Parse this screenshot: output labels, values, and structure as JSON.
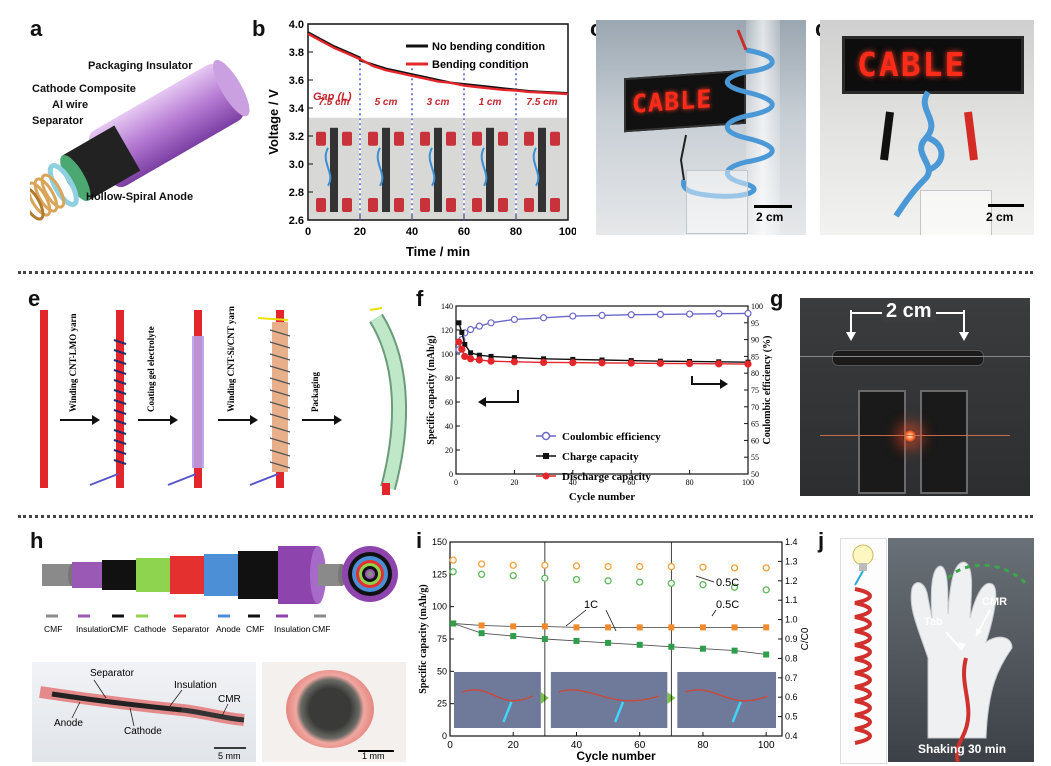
{
  "panels": {
    "a": "a",
    "b": "b",
    "c": "c",
    "d": "d",
    "e": "e",
    "f": "f",
    "g": "g",
    "h": "h",
    "i": "i",
    "j": "j"
  },
  "a": {
    "labels": [
      "Packaging Insulator",
      "Cathode Composite",
      "Al wire",
      "Separator",
      "Hollow-Spiral Anode"
    ]
  },
  "b": {
    "legend": [
      "No bending condition",
      "Bending condition"
    ],
    "gap_label": "Gap (L)",
    "gaps": [
      "7.5 cm",
      "5 cm",
      "3 cm",
      "1 cm",
      "7.5 cm"
    ],
    "colors": {
      "no_bend": "#111111",
      "bend": "#e3262b",
      "gap": "#c4262e"
    }
  },
  "c": {
    "sign": "CABLE",
    "scale": "2 cm"
  },
  "d": {
    "sign": "CABLE",
    "scale": "2 cm"
  },
  "e": {
    "steps": [
      "Winding CNT-LMO yarn",
      "Coating gel electrolyte",
      "Winding CNT-Si/CNT yarn",
      "Packaging"
    ]
  },
  "g": {
    "scale": "2 cm"
  },
  "h": {
    "legend": [
      "CMF",
      "Insulation",
      "CMF",
      "Cathode",
      "Separator",
      "Anode",
      "CMF",
      "Insulation",
      "CMF"
    ],
    "legend_colors": [
      "#8a8a8a",
      "#9b59b6",
      "#111111",
      "#8fd44f",
      "#e53030",
      "#4d8fd6",
      "#111111",
      "#8e44ad",
      "#8a8a8a"
    ],
    "photo_labels": [
      "Separator",
      "Insulation",
      "Anode",
      "Cathode",
      "CMR"
    ],
    "scale1": "5 mm",
    "scale2": "1 mm"
  },
  "j": {
    "labels": [
      "Tab",
      "CMR"
    ],
    "caption": "Shaking 30 min"
  },
  "chart_data": [
    {
      "panel": "b",
      "type": "line",
      "xlabel": "Time / min",
      "ylabel": "Voltage / V",
      "xlim": [
        0,
        100
      ],
      "ylim": [
        2.6,
        4.0
      ],
      "xticks": [
        0,
        20,
        40,
        60,
        80,
        100
      ],
      "yticks": [
        2.6,
        2.8,
        3.0,
        3.2,
        3.4,
        3.6,
        3.8,
        4.0
      ],
      "dividers": [
        20,
        40,
        60,
        80
      ],
      "series": [
        {
          "name": "No bending condition",
          "x": [
            0,
            5,
            10,
            15,
            19.9,
            20,
            25,
            30,
            35,
            40,
            45,
            50,
            55,
            60,
            65,
            70,
            75,
            80,
            85,
            90,
            95,
            100
          ],
          "y": [
            3.94,
            3.89,
            3.84,
            3.8,
            3.76,
            3.74,
            3.71,
            3.68,
            3.66,
            3.64,
            3.62,
            3.6,
            3.58,
            3.57,
            3.56,
            3.55,
            3.54,
            3.53,
            3.52,
            3.515,
            3.51,
            3.505
          ]
        },
        {
          "name": "Bending condition",
          "x": [
            0,
            5,
            10,
            15,
            19.9,
            20,
            25,
            30,
            35,
            40,
            45,
            50,
            55,
            60,
            65,
            70,
            75,
            80,
            85,
            90,
            95,
            100
          ],
          "y": [
            3.93,
            3.88,
            3.83,
            3.79,
            3.75,
            3.75,
            3.7,
            3.67,
            3.65,
            3.63,
            3.61,
            3.59,
            3.58,
            3.56,
            3.55,
            3.54,
            3.53,
            3.525,
            3.515,
            3.51,
            3.505,
            3.5
          ]
        }
      ]
    },
    {
      "panel": "f",
      "type": "scatter",
      "xlabel": "Cycle number",
      "ylabel": "Specific capacity (mAh/g)",
      "y2label": "Coulombic efficiency (%)",
      "xlim": [
        0,
        100
      ],
      "ylim": [
        0,
        140
      ],
      "y2lim": [
        50,
        100
      ],
      "xticks": [
        0,
        20,
        40,
        60,
        80,
        100
      ],
      "yticks": [
        0,
        20,
        40,
        60,
        80,
        100,
        120,
        140
      ],
      "y2ticks": [
        50,
        55,
        60,
        65,
        70,
        75,
        80,
        85,
        90,
        95,
        100
      ],
      "series": [
        {
          "name": "Coulombic efficiency",
          "axis": "right",
          "x": [
            1,
            2,
            3,
            5,
            8,
            12,
            20,
            30,
            40,
            50,
            60,
            70,
            80,
            90,
            100
          ],
          "y": [
            87,
            90,
            92,
            93,
            94,
            95,
            96,
            96.5,
            97,
            97.2,
            97.4,
            97.5,
            97.6,
            97.7,
            97.8
          ]
        },
        {
          "name": "Charge capacity",
          "axis": "left",
          "x": [
            1,
            2,
            3,
            5,
            8,
            12,
            20,
            30,
            40,
            50,
            60,
            70,
            80,
            90,
            100
          ],
          "y": [
            126,
            118,
            108,
            101,
            99,
            98,
            97,
            96,
            95.5,
            95,
            94.5,
            94,
            93.8,
            93.5,
            93.2
          ]
        },
        {
          "name": "Discharge capacity",
          "axis": "left",
          "x": [
            1,
            2,
            3,
            5,
            8,
            12,
            20,
            30,
            40,
            50,
            60,
            70,
            80,
            90,
            100
          ],
          "y": [
            110,
            104,
            98,
            96,
            95,
            94,
            93.5,
            93,
            92.8,
            92.6,
            92.4,
            92.2,
            92,
            91.8,
            91.6
          ]
        }
      ]
    },
    {
      "panel": "i",
      "type": "scatter",
      "xlabel": "Cycle number",
      "ylabel": "Specific capacity (mAh/g)",
      "y2label": "C/C0",
      "xlim": [
        0,
        105
      ],
      "ylim": [
        0,
        150
      ],
      "y2lim": [
        0.4,
        1.4
      ],
      "xticks": [
        0,
        20,
        40,
        60,
        80,
        100
      ],
      "yticks": [
        0,
        25,
        50,
        75,
        100,
        125,
        150
      ],
      "y2ticks": [
        0.4,
        0.5,
        0.6,
        0.7,
        0.8,
        0.9,
        1.0,
        1.1,
        1.2,
        1.3,
        1.4
      ],
      "dividers": [
        30,
        70
      ],
      "annotations": [
        "0.5C",
        "1C",
        "0.5C"
      ],
      "series": [
        {
          "name": "0.5C capacity",
          "axis": "left",
          "x": [
            1,
            10,
            20,
            30,
            40,
            50,
            60,
            70,
            80,
            90,
            100
          ],
          "y": [
            136,
            133,
            132,
            132,
            131.5,
            131,
            131,
            131,
            130.5,
            130,
            130
          ]
        },
        {
          "name": "1C capacity",
          "axis": "left",
          "x": [
            1,
            10,
            20,
            30,
            40,
            50,
            60,
            70,
            80,
            90,
            100
          ],
          "y": [
            127,
            125,
            124,
            122,
            121,
            120,
            119,
            118,
            117,
            115,
            113
          ]
        },
        {
          "name": "0.5C ratio",
          "axis": "right",
          "x": [
            1,
            10,
            20,
            30,
            40,
            50,
            60,
            70,
            80,
            90,
            100
          ],
          "y": [
            0.98,
            0.97,
            0.965,
            0.965,
            0.96,
            0.96,
            0.96,
            0.96,
            0.96,
            0.96,
            0.96
          ]
        },
        {
          "name": "1C ratio",
          "axis": "right",
          "x": [
            1,
            10,
            20,
            30,
            40,
            50,
            60,
            70,
            80,
            90,
            100
          ],
          "y": [
            0.98,
            0.93,
            0.915,
            0.9,
            0.89,
            0.88,
            0.87,
            0.86,
            0.85,
            0.84,
            0.82
          ]
        }
      ]
    }
  ]
}
